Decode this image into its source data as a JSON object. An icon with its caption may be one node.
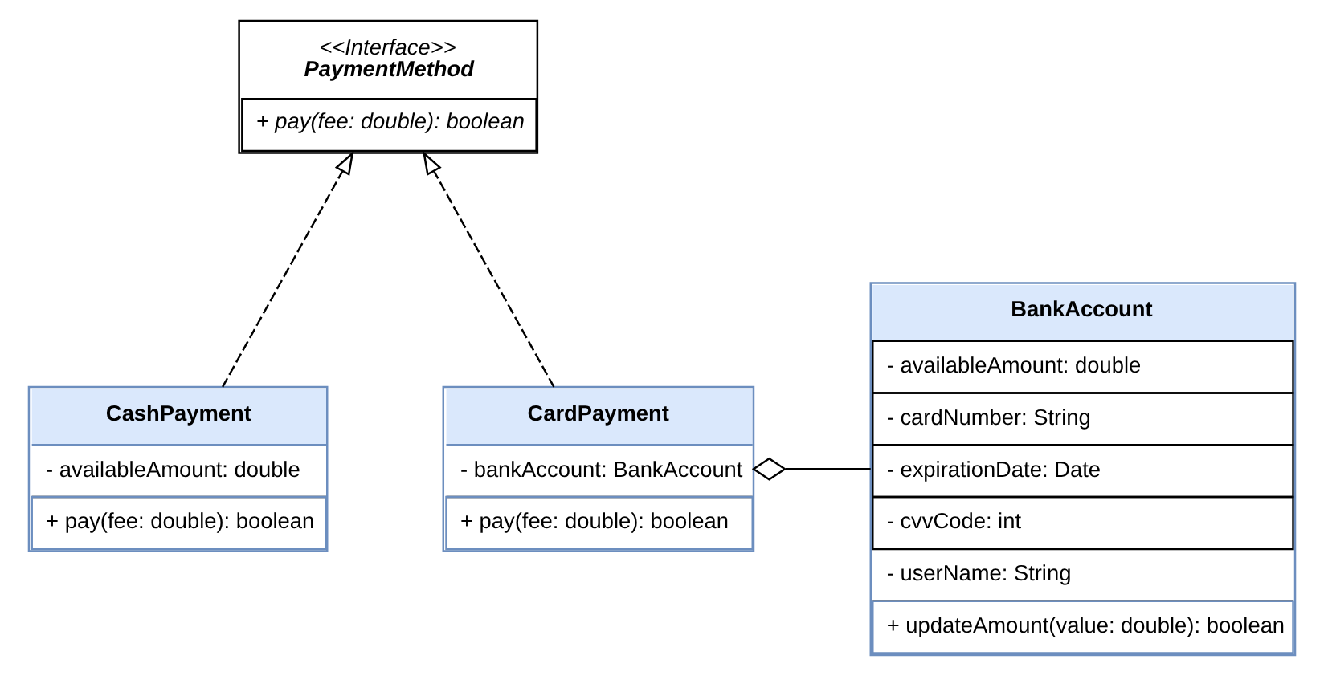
{
  "diagram": {
    "nodes": [
      {
        "text": [
          "<<Interface>>",
          "PaymentMethod",
          "+ pay(fee: double): boolean"
        ]
      },
      {
        "text": [
          "CashPayment",
          "- availableAmount: double",
          "+ pay(fee: double): boolean"
        ]
      },
      {
        "text": [
          "CardPayment",
          "- bankAccount: BankAccount",
          "+ pay(fee: double): boolean"
        ]
      },
      {
        "text": [
          "BankAccount",
          "- availableAmount: double",
          "- cardNumber: String",
          "- expirationDate: Date",
          "- cvvCode: int",
          "- userName: String",
          "+ updateAmount(value: double): boolean"
        ]
      }
    ],
    "edges": [
      {
        "from": 1,
        "to": 0,
        "arrow": "to",
        "style": "dashed"
      },
      {
        "from": 2,
        "to": 0,
        "arrow": "to",
        "style": "dashed"
      },
      {
        "from": 2,
        "to": 3,
        "arrow": "other"
      }
    ]
  }
}
